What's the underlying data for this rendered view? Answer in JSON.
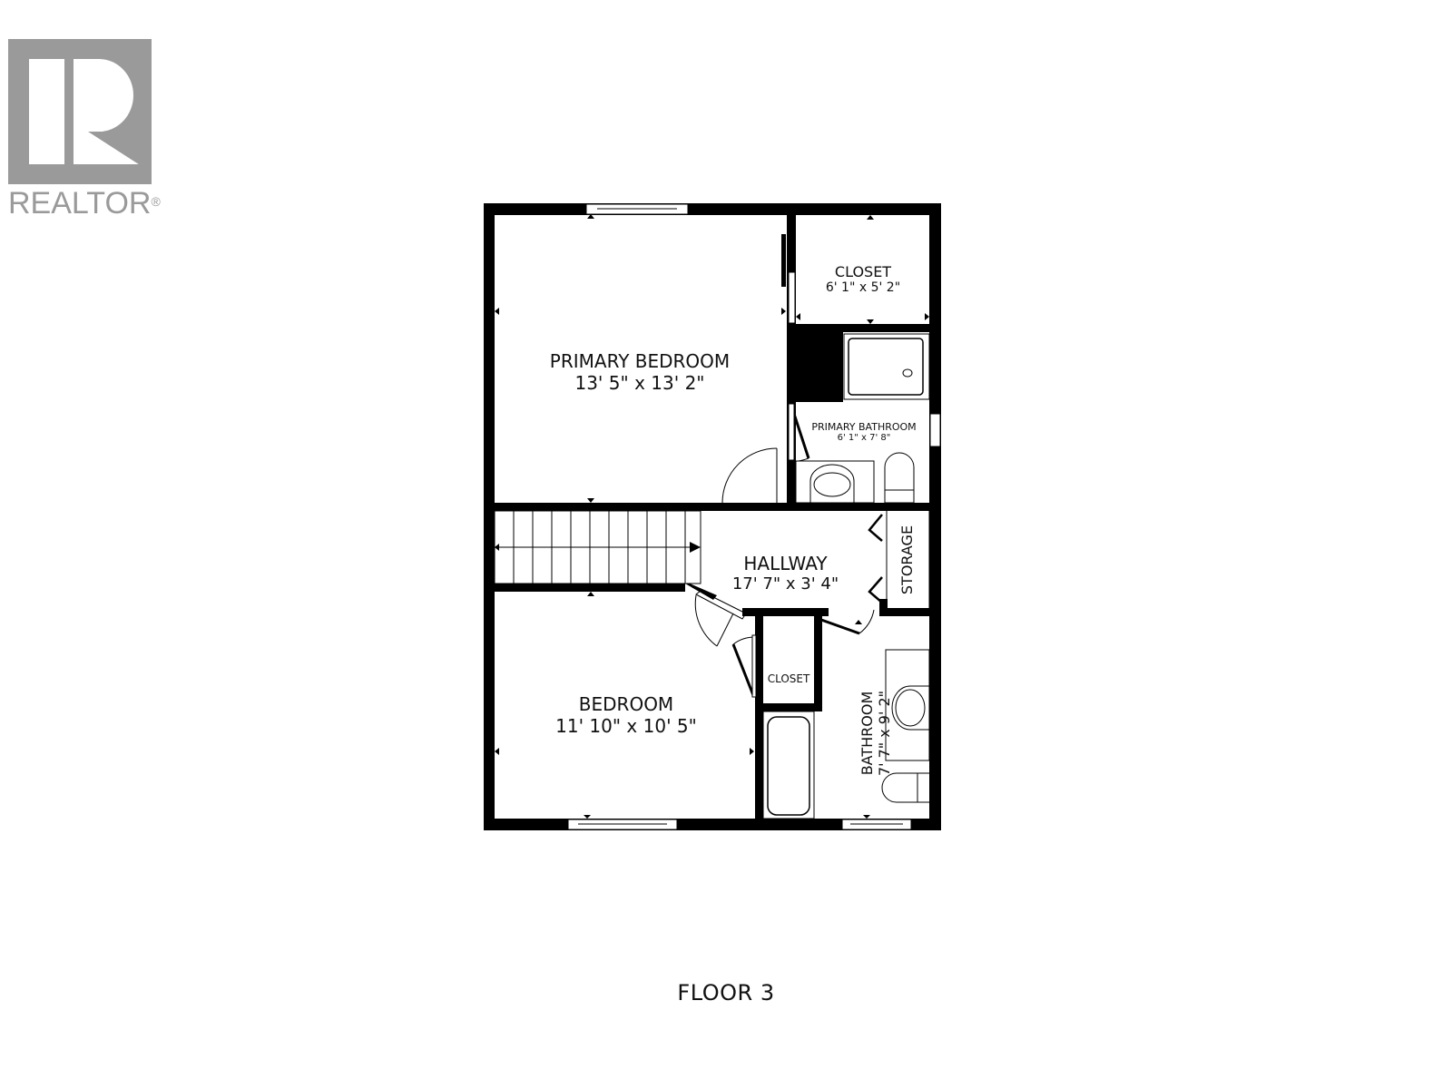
{
  "logo": {
    "brand_text": "REALTOR",
    "registered_mark": "®",
    "icon": "realtor-r-logo-icon",
    "color": "#9a9a9a"
  },
  "floor_plan": {
    "title": "FLOOR 3",
    "wall_color": "#000000",
    "rooms": [
      {
        "id": "primary-bedroom",
        "name": "PRIMARY BEDROOM",
        "dimensions": "13' 5\" x 13' 2\""
      },
      {
        "id": "closet-primary",
        "name": "CLOSET",
        "dimensions": "6' 1\" x 5' 2\""
      },
      {
        "id": "primary-bathroom",
        "name": "PRIMARY BATHROOM",
        "dimensions": "6' 1\" x 7' 8\""
      },
      {
        "id": "hallway",
        "name": "HALLWAY",
        "dimensions": "17' 7\" x 3' 4\""
      },
      {
        "id": "storage",
        "name": "STORAGE",
        "dimensions": ""
      },
      {
        "id": "closet-small",
        "name": "CLOSET",
        "dimensions": ""
      },
      {
        "id": "bedroom",
        "name": "BEDROOM",
        "dimensions": "11' 10\" x 10' 5\""
      },
      {
        "id": "bathroom",
        "name": "BATHROOM",
        "dimensions": "7' 7\" x 9' 2\""
      }
    ]
  }
}
